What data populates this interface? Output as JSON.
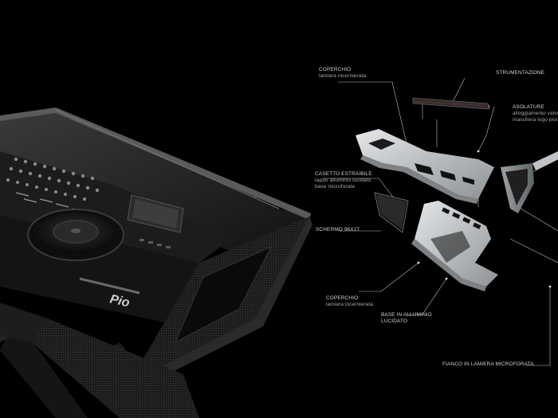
{
  "labels": {
    "coperchio_top": {
      "title": "COPERCHIO",
      "sub": "lamiera incernierata"
    },
    "strumentazione": {
      "title": "STRUMENTAZIONE"
    },
    "asolature": {
      "title": "ASOLATURE",
      "sub1": "alloggiamento valvole",
      "sub2": "maschera logo pioneer"
    },
    "cassetto": {
      "title": "CASETTO ESTRAIBILE",
      "sub1": "tappo alluminio lucidato",
      "sub2": "base microforata"
    },
    "schermo": {
      "title": "SCHERMO 96X27"
    },
    "coperchio_bottom": {
      "title": "COPERCHIO",
      "sub": "lamiera incernierata"
    },
    "base": {
      "title": "BASE IN ALLUMINIO",
      "sub": "LUCIDATO"
    },
    "fianco": {
      "title": "FIANCO IN LAMIERA MICROFORATA"
    }
  },
  "device": {
    "brand": "Pio"
  },
  "colors": {
    "background": "#000000",
    "label": "#d0d0d0",
    "metal": "#cfd2d4"
  }
}
